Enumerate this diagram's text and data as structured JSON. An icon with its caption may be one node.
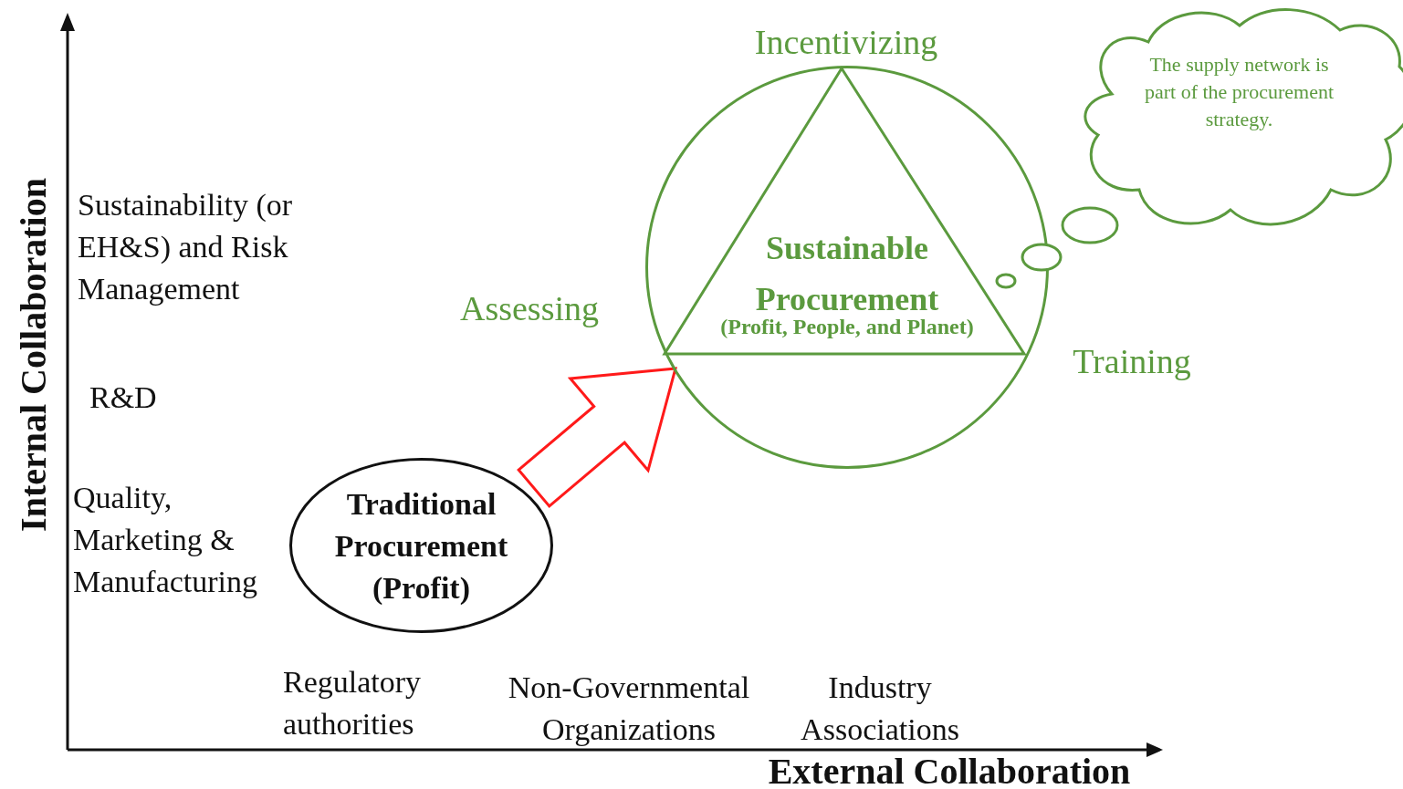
{
  "diagram": {
    "nodes": [
      {
        "text": [
          "Traditional Procurement (Profit)"
        ]
      },
      {
        "text": [
          "Sustainable Procurement",
          "(Profit, People, and Planet)"
        ],
        "beside": [
          "Incentivizing",
          "Assessing",
          "Training"
        ]
      },
      {
        "text": [
          "The supply network is part of the procurement strategy."
        ]
      }
    ],
    "edges": [
      {
        "from": 0,
        "to": 1,
        "arrow": "to",
        "style": "thick",
        "color": "#ff1a1a"
      }
    ],
    "labels": [
      "Internal Collaboration",
      "Sustainability (or EH&S) and Risk Management",
      "R&D",
      "Quality, Marketing & Manufacturing",
      "Regulatory authorities",
      "Non-Governmental Organizations",
      "Industry Associations",
      "External Collaboration"
    ]
  }
}
